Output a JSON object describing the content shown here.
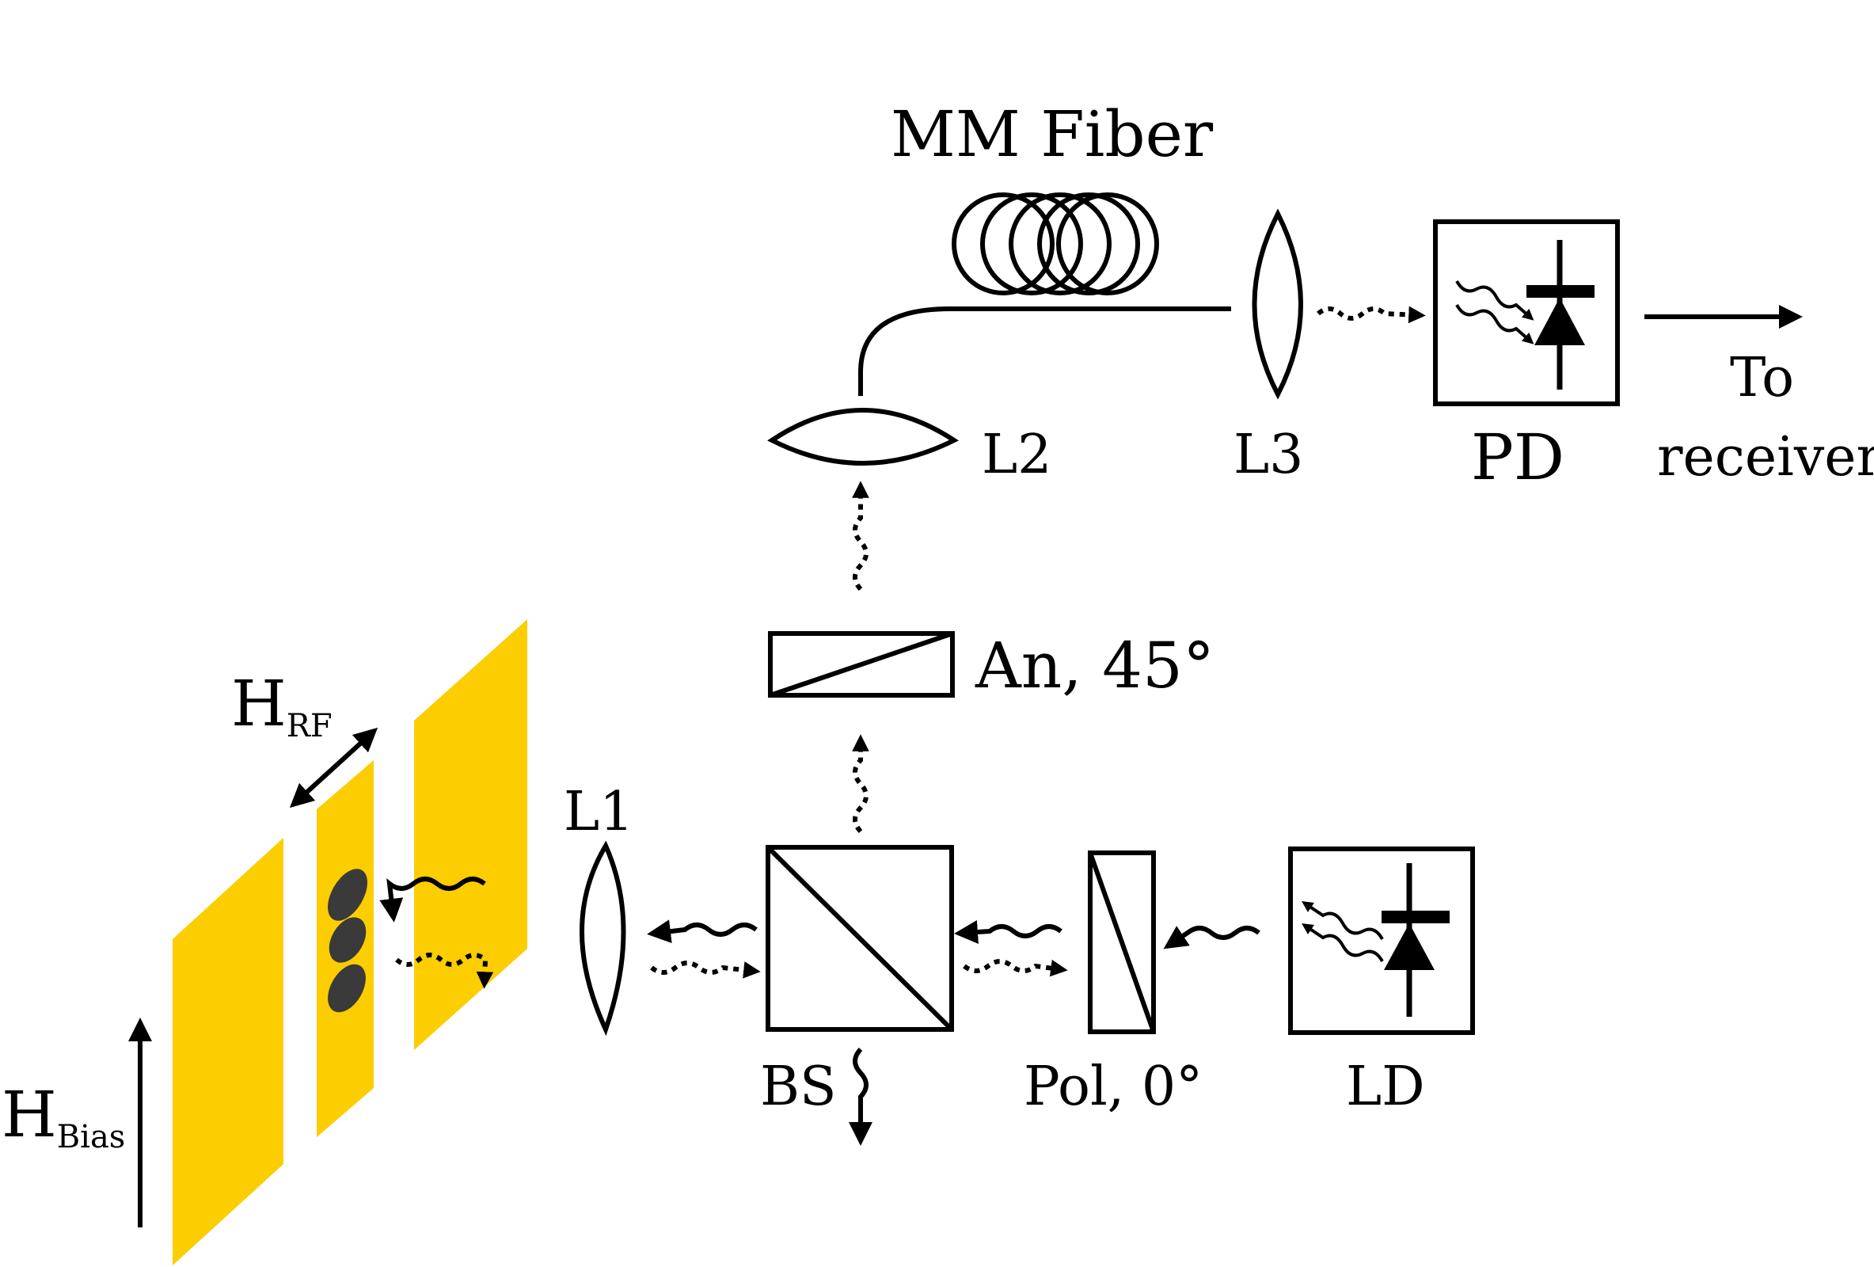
{
  "labels": {
    "fiber": "MM Fiber",
    "l1": "L1",
    "l2": "L2",
    "l3": "L3",
    "pd": "PD",
    "to": "To",
    "receiver": "receiver",
    "analyzer": "An, 45°",
    "bs": "BS",
    "polarizer": "Pol, 0°",
    "ld": "LD",
    "h": "H",
    "rf_sub": "RF",
    "bias_sub": "Bias"
  },
  "colors": {
    "strip": "#FCCD00",
    "domain": "#3a3a3a",
    "ink": "#000000"
  }
}
